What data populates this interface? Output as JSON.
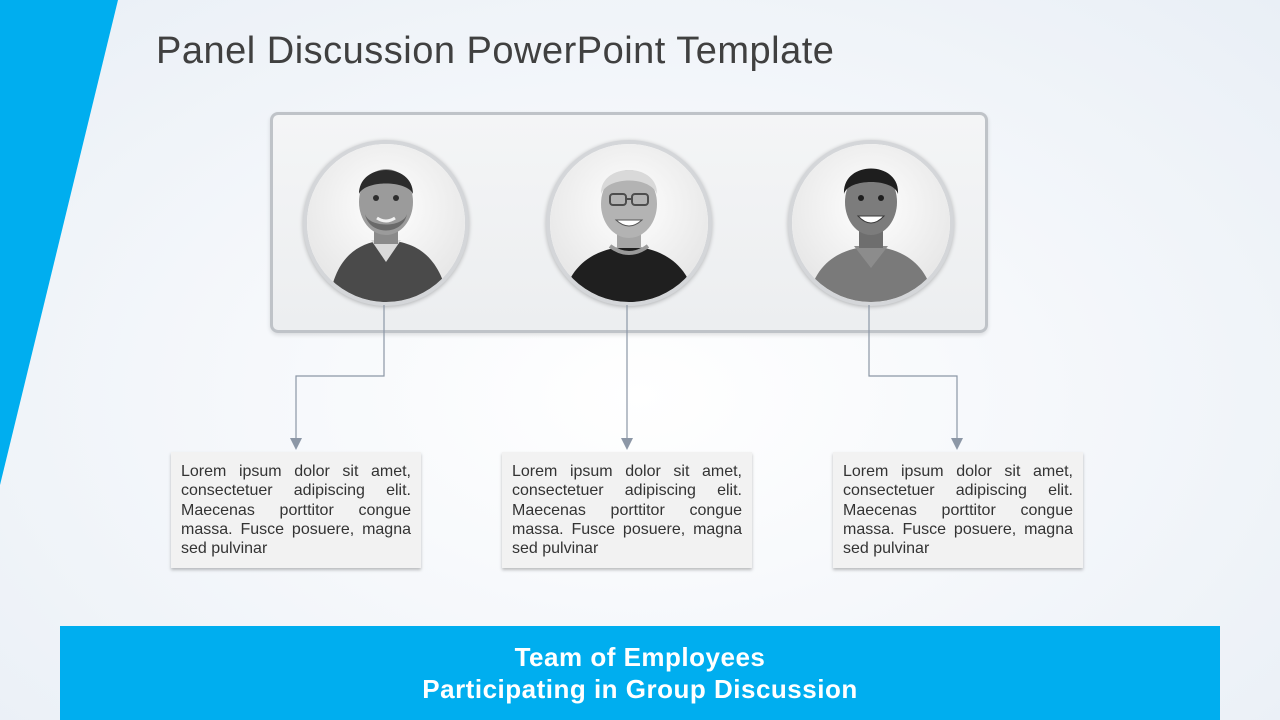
{
  "slide": {
    "title": "Panel Discussion PowerPoint Template",
    "accent_color": "#00aeef"
  },
  "panelists": [
    {
      "icon": "person-portrait-icon",
      "description": "Lorem ipsum dolor sit amet, consectetuer adipiscing elit. Maecenas porttitor congue massa. Fusce posuere, magna sed pulvinar"
    },
    {
      "icon": "person-portrait-icon",
      "description": "Lorem ipsum dolor sit amet, consectetuer adipiscing elit. Maecenas porttitor congue massa. Fusce posuere, magna sed pulvinar"
    },
    {
      "icon": "person-portrait-icon",
      "description": "Lorem ipsum dolor sit amet, consectetuer adipiscing elit. Maecenas porttitor congue massa. Fusce posuere, magna sed pulvinar"
    }
  ],
  "banner": {
    "line1": "Team of Employees",
    "line2": "Participating in Group Discussion"
  }
}
